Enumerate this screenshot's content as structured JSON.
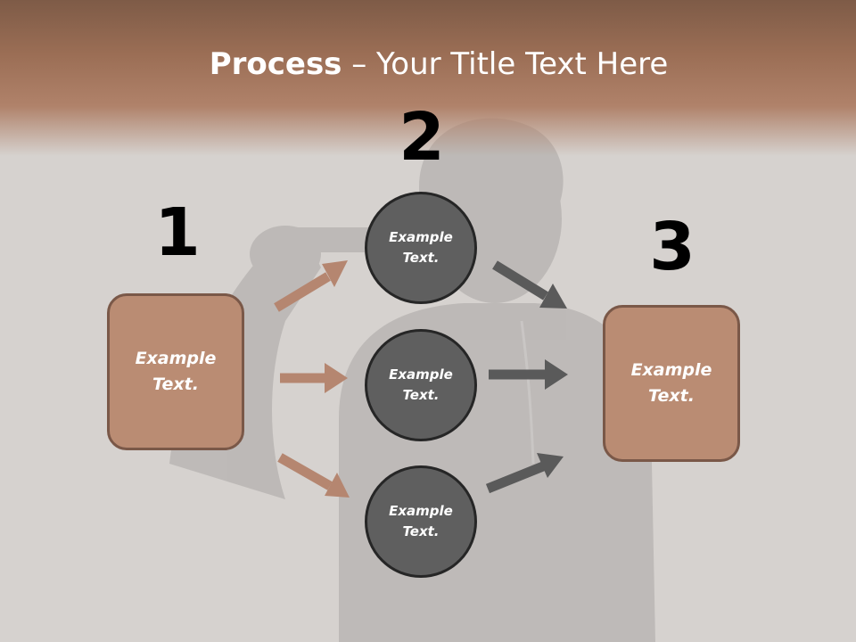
{
  "slide": {
    "title_bold": "Process",
    "title_rest": " – Your Title Text Here"
  },
  "steps": [
    {
      "number": "1",
      "box_text": "Example Text."
    },
    {
      "number": "2",
      "circles": [
        {
          "text": "Example Text."
        },
        {
          "text": "Example Text."
        },
        {
          "text": "Example Text."
        }
      ]
    },
    {
      "number": "3",
      "box_text": "Example Text."
    }
  ],
  "colors": {
    "title_band": "#a57860",
    "box_fill": "#ba8c73",
    "box_border": "#7a5848",
    "circle_fill": "#5f5f5f",
    "circle_border": "#262626",
    "arrow_left": "#b58670",
    "arrow_right": "#5a5a5a"
  }
}
